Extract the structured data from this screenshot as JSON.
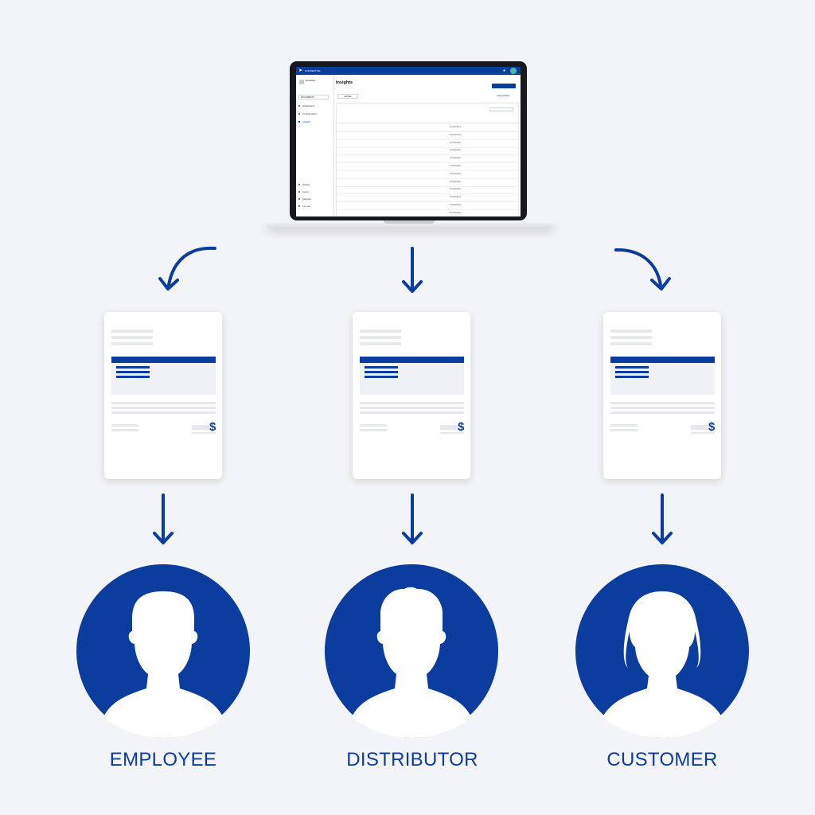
{
  "colors": {
    "accent": "#0b3d9e",
    "background": "#f3f4f7",
    "icon": "#0b3d9e"
  },
  "app": {
    "brand": "CONNEKTIVE",
    "sidebar": {
      "org_name": "Contoso",
      "org_sub": "",
      "section_label": "",
      "select_value": "DOCUMENTS",
      "items": [
        {
          "label": "Dashboard",
          "icon": "grid-icon"
        },
        {
          "label": "Configuration",
          "icon": "gear-icon"
        },
        {
          "label": "Insights",
          "icon": "chart-icon"
        }
      ],
      "bottom_items": [
        {
          "label": "Activity",
          "icon": "clock-icon"
        },
        {
          "label": "Users",
          "icon": "user-icon"
        },
        {
          "label": "Settings",
          "icon": "gear-icon"
        },
        {
          "label": "Log out",
          "icon": "logout-icon"
        }
      ]
    },
    "header": {
      "breadcrumb": "",
      "title": "Insights",
      "subtitle": "",
      "primary_button": "",
      "filter_button": "Add filter",
      "clear_link": "Clear all filters"
    },
    "table": {
      "title": "",
      "subtitle": "",
      "column_button": "",
      "columns": [
        "",
        "",
        "",
        "",
        "",
        ""
      ],
      "rows": [
        [
          "",
          "",
          "",
          "Configuration"
        ],
        [
          "",
          "",
          "",
          "Configuration"
        ],
        [
          "",
          "",
          "",
          "Configuration"
        ],
        [
          "",
          "",
          "",
          "Configuration"
        ],
        [
          "",
          "",
          "",
          "Configuration"
        ],
        [
          "",
          "",
          "",
          "Configuration"
        ],
        [
          "",
          "",
          "",
          "Configuration"
        ],
        [
          "",
          "",
          "",
          "Configuration"
        ],
        [
          "",
          "",
          "",
          "Configuration"
        ],
        [
          "",
          "",
          "",
          "Configuration"
        ],
        [
          "",
          "",
          "",
          "Configuration"
        ],
        [
          "",
          "",
          "",
          "Configuration"
        ]
      ]
    }
  },
  "documents": [
    {
      "currency_symbol": "$"
    },
    {
      "currency_symbol": "$"
    },
    {
      "currency_symbol": "$"
    }
  ],
  "recipients": [
    {
      "label": "EMPLOYEE",
      "icon": "person-short-hair-icon"
    },
    {
      "label": "DISTRIBUTOR",
      "icon": "person-short-hair-icon"
    },
    {
      "label": "CUSTOMER",
      "icon": "person-bob-hair-icon"
    }
  ]
}
